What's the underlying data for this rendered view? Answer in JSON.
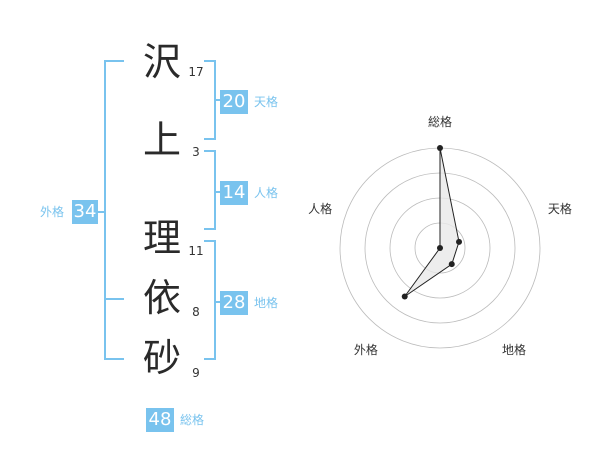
{
  "name": {
    "characters": [
      {
        "char": "沢",
        "strokes": "17"
      },
      {
        "char": "上",
        "strokes": "3"
      },
      {
        "char": "理",
        "strokes": "11"
      },
      {
        "char": "依",
        "strokes": "8"
      },
      {
        "char": "砂",
        "strokes": "9"
      }
    ]
  },
  "fortunes": {
    "tenkaku": {
      "value": "20",
      "label": "天格"
    },
    "jinkaku": {
      "value": "14",
      "label": "人格"
    },
    "chikaku": {
      "value": "28",
      "label": "地格"
    },
    "gaikaku": {
      "value": "34",
      "label": "外格"
    },
    "soukaku": {
      "value": "48",
      "label": "総格"
    }
  },
  "chart_data": {
    "type": "radar",
    "axes": [
      "総格",
      "天格",
      "地格",
      "外格",
      "人格"
    ],
    "values": [
      5,
      1,
      1,
      3,
      0
    ],
    "rmax": 5,
    "rings": 4,
    "colors": {
      "ring": "#bbbbbb",
      "fill": "#e8e8e8",
      "line": "#222222",
      "center": "#cccccc"
    }
  },
  "colors": {
    "accent": "#79c3ee",
    "text": "#2a2a2a"
  }
}
